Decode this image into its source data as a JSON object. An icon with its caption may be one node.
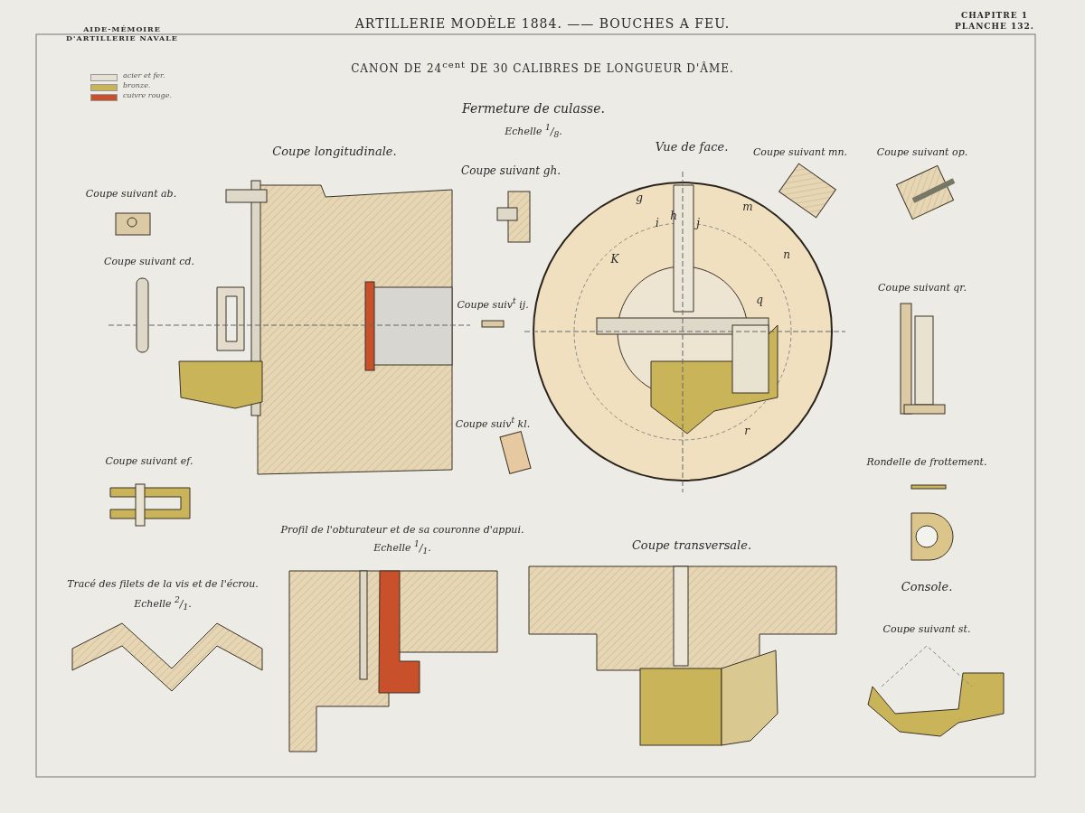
{
  "diagram": {
    "title": "CANON DE 24$^{cent}$ DE 30 CALIBRES DE LONGUEUR D'ÂME.",
    "labels": [
      "AIDE-MÉMOIRE D'ARTILLERIE NAVALE",
      "ARTILLERIE MODÈLE 1884. —— BOUCHES A FEU.",
      "CHAPITRE 1",
      "PLANCHE 132.",
      "Fermeture de culasse.",
      "Echelle $^{1}$/$_{8}$.",
      "Coupe longitudinale.",
      "Coupe suivant gh.",
      "Vue de face.",
      "Coupe suivant mn.",
      "Coupe suivant op.",
      "Coupe suivant ab.",
      "Coupe suivant cd.",
      "Coupe suiv$^{t}$ ij.",
      "Coupe suivant qr.",
      "Coupe suiv$^{t}$ kl.",
      "Coupe suivant ef.",
      "Rondelle de frottement.",
      "Profil de l'obturateur et de sa couronne d'appui.",
      "Echelle $^{1}$/$_{1}$.",
      "Coupe transversale.",
      "Tracé des filets de la vis et de l'écrou.",
      "Echelle $^{2}$/$_{1}$.",
      "Console.",
      "Coupe suivant st.",
      "g",
      "h",
      "i",
      "j",
      "K",
      "m",
      "n",
      "q",
      "r"
    ],
    "legend": [
      {
        "text": "acier et fer.",
        "color": "#e6e0d2"
      },
      {
        "text": "bronze.",
        "color": "#c9b45a"
      },
      {
        "text": "cuivre rouge.",
        "color": "#c8502a"
      }
    ]
  }
}
